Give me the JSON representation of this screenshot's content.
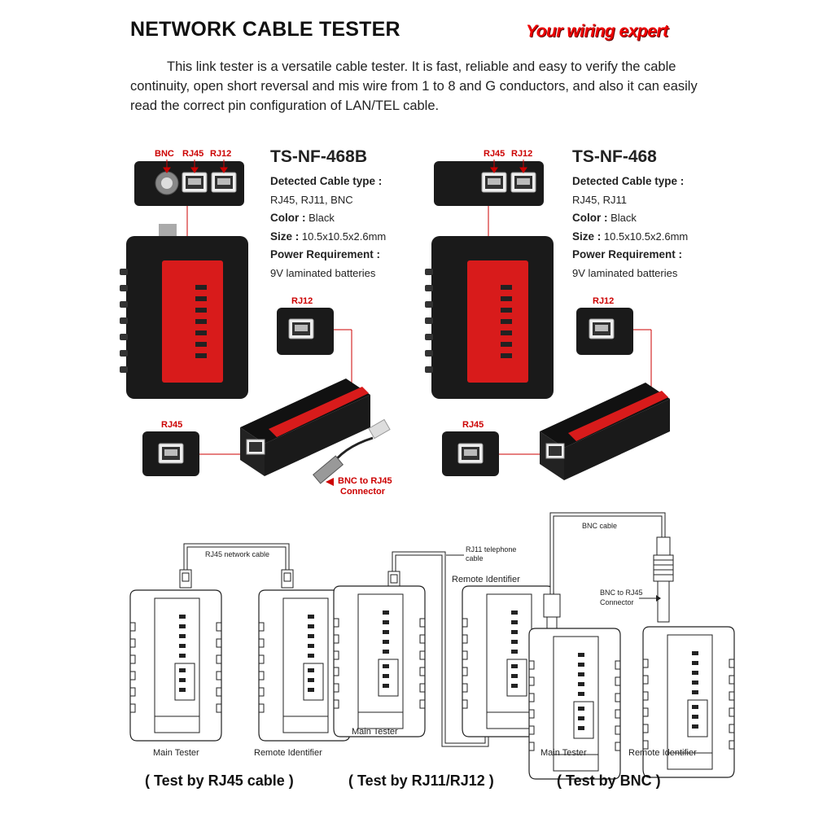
{
  "header": {
    "title": "NETWORK CABLE TESTER",
    "tagline": "Your wiring expert",
    "intro": "This link tester is a versatile cable tester. It is fast, reliable and easy to verify the cable continuity, open short reversal and mis wire from 1 to 8 and G conductors, and also it can easily read the correct pin configuration of LAN/TEL cable."
  },
  "product_left": {
    "model": "TS-NF-468B",
    "detected_label": "Detected Cable type :",
    "detected_value": "RJ45, RJ11, BNC",
    "color_label": "Color :",
    "color_value": "Black",
    "size_label": "Size :",
    "size_value": "10.5x10.5x2.6mm",
    "power_label": "Power Requirement :",
    "power_value": "9V laminated batteries",
    "port_labels": {
      "bnc": "BNC",
      "rj45": "RJ45",
      "rj12": "RJ12"
    },
    "rj12_callout": "RJ12",
    "rj45_callout": "RJ45",
    "bnc_connector_line1": "BNC to RJ45",
    "bnc_connector_line2": "Connector"
  },
  "product_right": {
    "model": "TS-NF-468",
    "detected_label": "Detected Cable type :",
    "detected_value": "RJ45, RJ11",
    "color_label": "Color :",
    "color_value": "Black",
    "size_label": "Size :",
    "size_value": "10.5x10.5x2.6mm",
    "power_label": "Power Requirement :",
    "power_value": "9V laminated batteries",
    "port_labels": {
      "rj45": "RJ45",
      "rj12": "RJ12"
    },
    "rj12_callout": "RJ12",
    "rj45_callout": "RJ45"
  },
  "diagrams": {
    "rj45": {
      "cable_label": "RJ45 network cable",
      "main_label": "Main Tester",
      "remote_label": "Remote Identifier",
      "caption": "( Test by RJ45 cable )"
    },
    "rj11": {
      "cable_label_line1": "RJ11 telephone",
      "cable_label_line2": "cable",
      "main_label": "Main Tester",
      "remote_label": "Remote Identifier",
      "caption": "( Test by RJ11/RJ12 )"
    },
    "bnc": {
      "cable_label": "BNC cable",
      "connector_line1": "BNC to RJ45",
      "connector_line2": "Connector",
      "main_label": "Main Tester",
      "remote_label": "Remote Identifier",
      "caption": "( Test by BNC )"
    }
  },
  "colors": {
    "device_red": "#d81b1b",
    "device_black": "#1a1a1a",
    "callout": "#c00000"
  }
}
